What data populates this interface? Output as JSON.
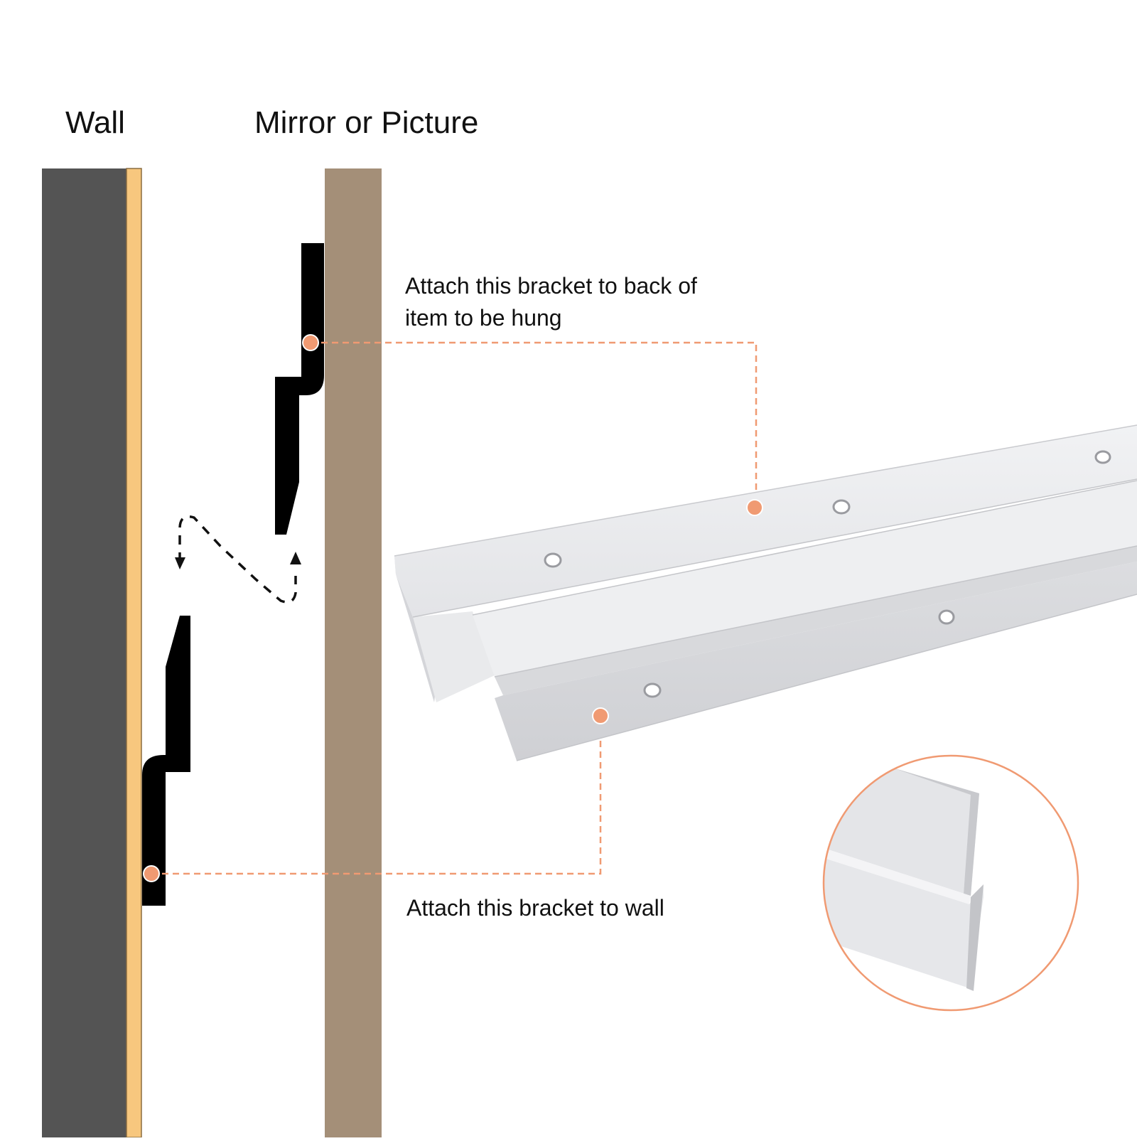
{
  "labels": {
    "wall": "Wall",
    "mirror": "Mirror or Picture",
    "top_callout": "Attach this bracket to back of item to be hung",
    "bottom_callout": "Attach this bracket to wall"
  },
  "colors": {
    "wall": "#545454",
    "wall_strip": "#f7c77e",
    "mirror_panel": "#a48f78",
    "bracket": "#000000",
    "callout": "#f09a72",
    "metal": "#e6e7e9"
  },
  "icons": {
    "motion_path": "dashed-s-curve-arrow-icon",
    "callout_dot": "filled-circle-marker"
  }
}
